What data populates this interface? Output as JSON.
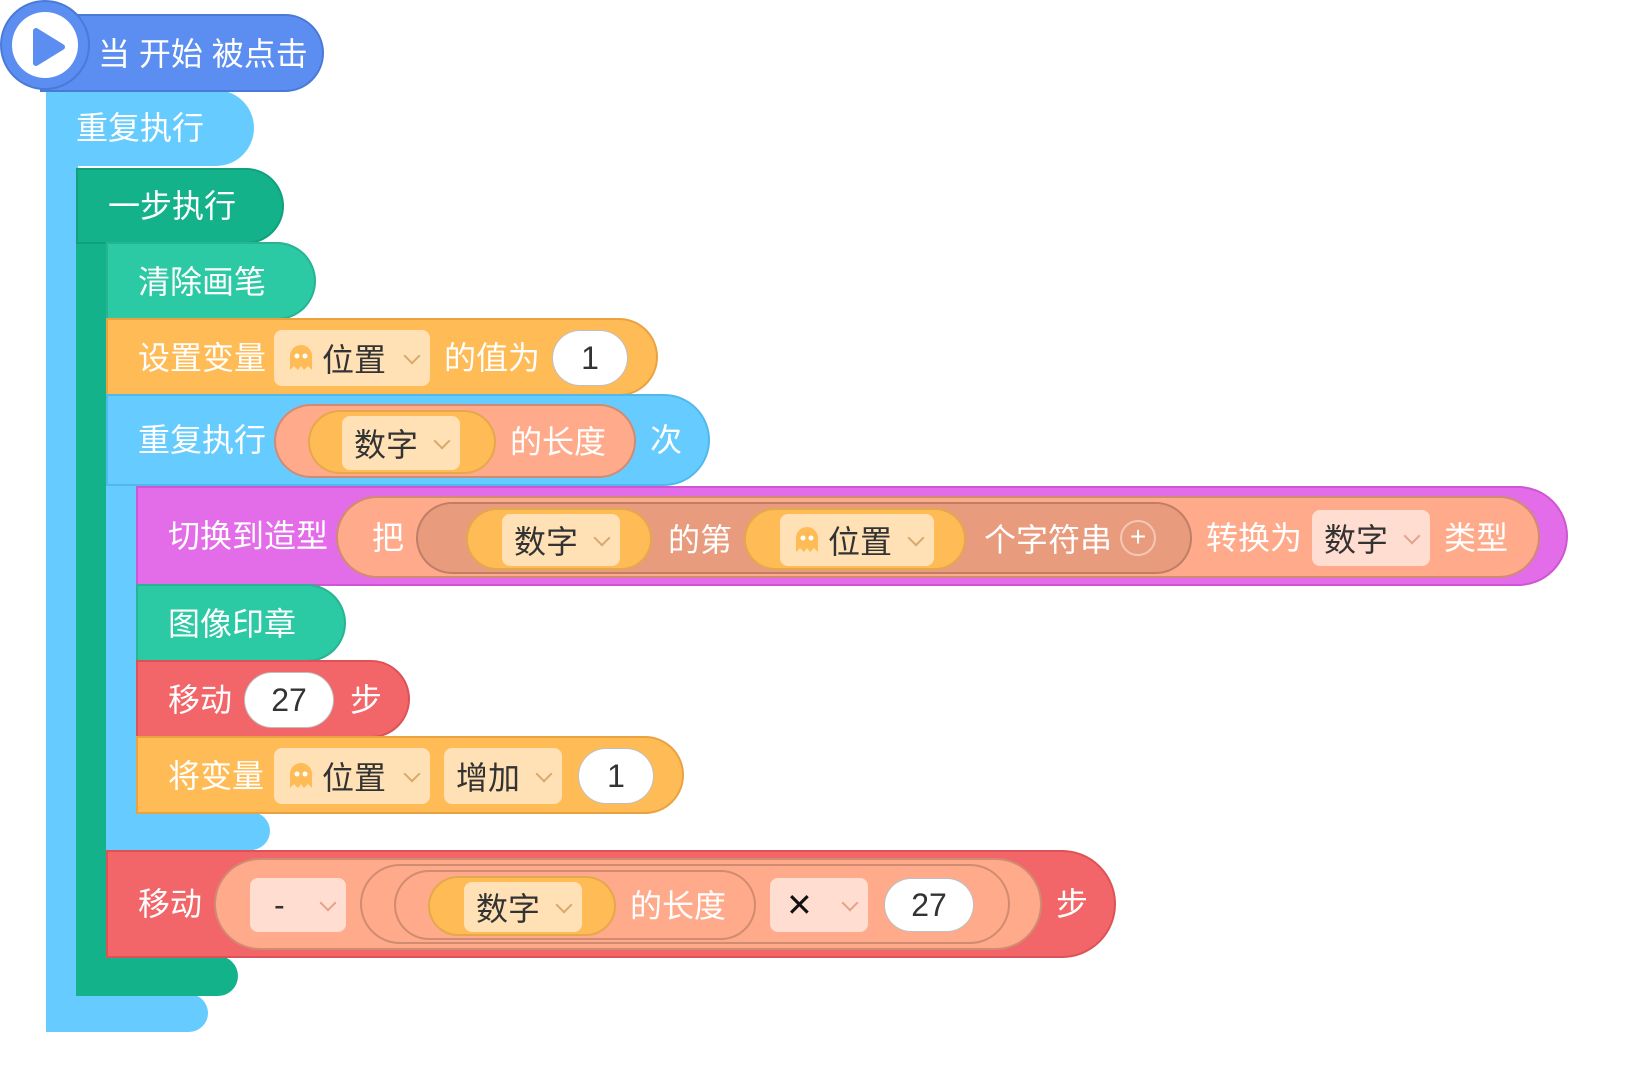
{
  "hat": {
    "label": "当 开始 被点击"
  },
  "forever": {
    "label": "重复执行"
  },
  "step_exec": {
    "label": "一步执行"
  },
  "clear_pen": {
    "label": "清除画笔"
  },
  "set_var": {
    "label": "设置变量",
    "var": "位置",
    "mid": "的值为",
    "value": "1"
  },
  "repeat": {
    "label": "重复执行",
    "list": "数字",
    "len_label": "的长度",
    "suffix": "次"
  },
  "switch_costume": {
    "label": "切换到造型",
    "prefix": "把",
    "list": "数字",
    "mid": "的第",
    "var": "位置",
    "tail": "个字符串",
    "plus": "+",
    "convert": "转换为",
    "type": "数字",
    "type_suffix": "类型"
  },
  "stamp": {
    "label": "图像印章"
  },
  "move1": {
    "label": "移动",
    "value": "27",
    "suffix": "步"
  },
  "change_var": {
    "label": "将变量",
    "var": "位置",
    "op": "增加",
    "value": "1"
  },
  "move2": {
    "label": "移动",
    "sign": "-",
    "list": "数字",
    "len_label": "的长度",
    "op": "✕",
    "value": "27",
    "suffix": "步"
  },
  "colors": {
    "event": "#5b8ef0",
    "control_light": "#66ccff",
    "control_dark": "#13b28b",
    "pen": "#2bc9a4",
    "variable": "#ffbb55",
    "looks": "#e36de8",
    "motion": "#f2666a",
    "operator": "#ffaa8a"
  }
}
